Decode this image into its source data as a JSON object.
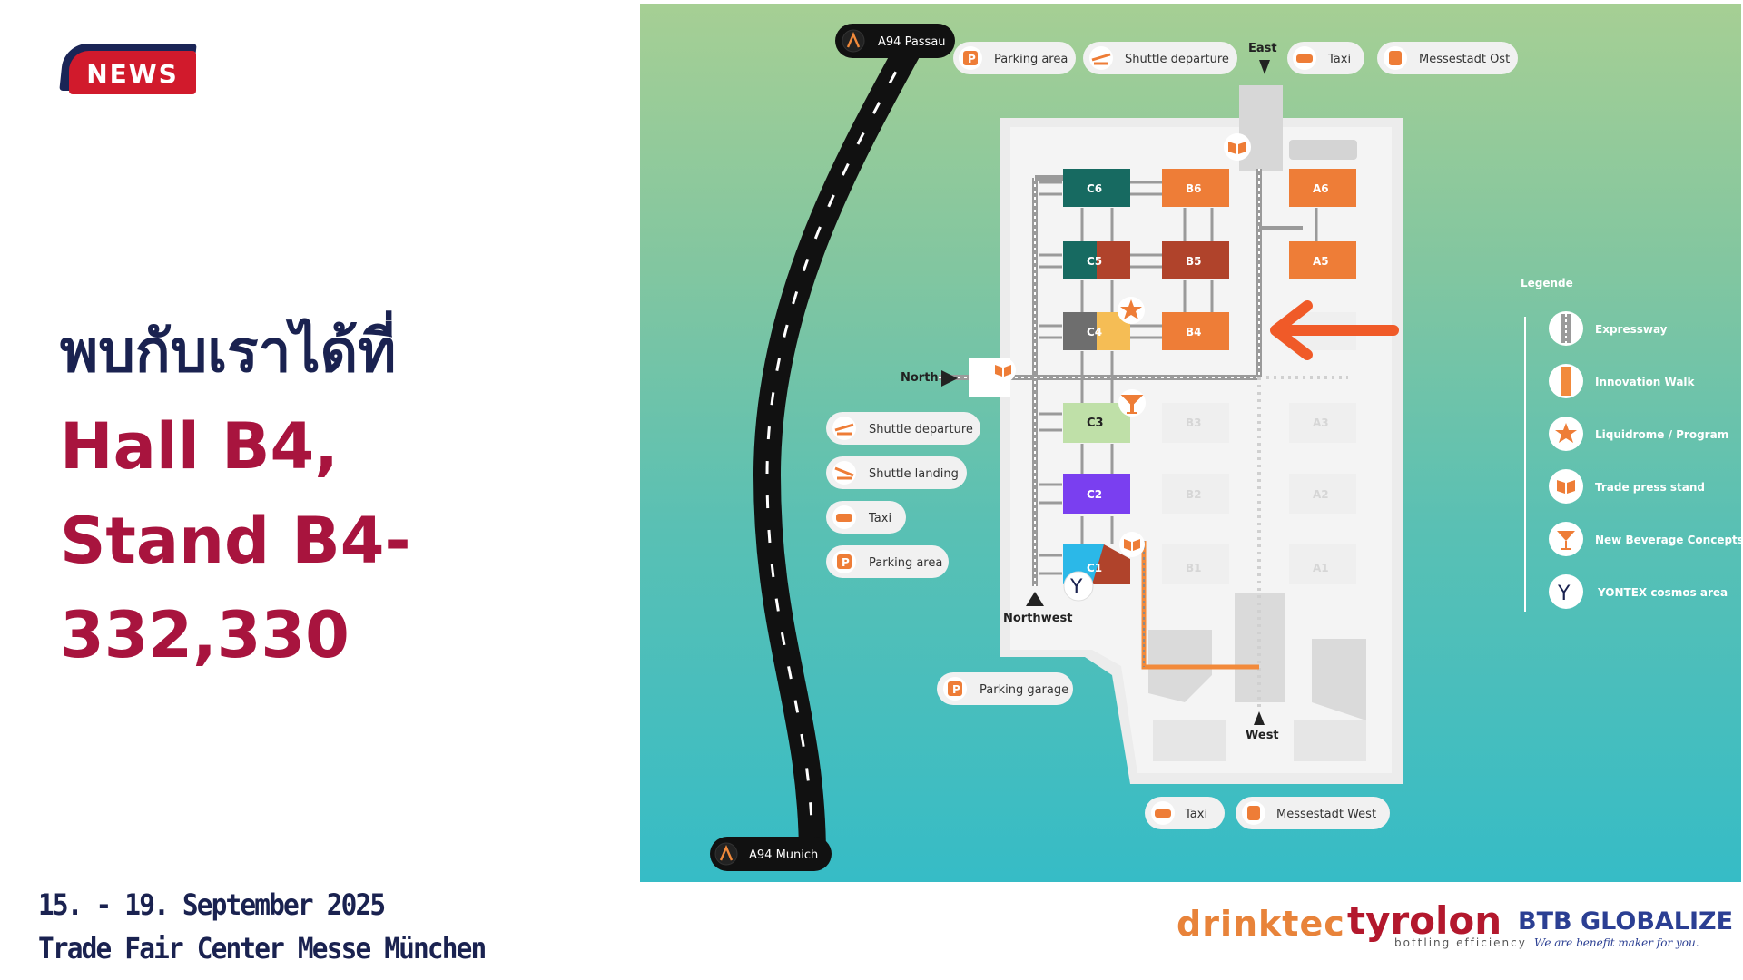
{
  "badge": {
    "label": "NEWS"
  },
  "headline": {
    "thai": "พบกับเราได้ที่",
    "location": "Hall B4, Stand B4-332,330"
  },
  "event": {
    "dates": "15. - 19. September 2025",
    "venue": "Trade Fair Center Messe München"
  },
  "map": {
    "roads": {
      "top": "A94 Passau",
      "bottom": "A94 Munich"
    },
    "top_pills": {
      "parking": "Parking area",
      "shuttle": "Shuttle departure",
      "taxi": "Taxi",
      "station": "Messestadt Ost"
    },
    "entrances": {
      "east": "East",
      "north": "North",
      "northwest": "Northwest",
      "west": "West"
    },
    "left_pills": {
      "shuttle_departure": "Shuttle departure",
      "shuttle_landing": "Shuttle landing",
      "taxi": "Taxi",
      "parking": "Parking area",
      "parking_garage": "Parking garage"
    },
    "bottom_pills": {
      "taxi": "Taxi",
      "station": "Messestadt West"
    },
    "halls": {
      "C6": "C6",
      "C5": "C5",
      "C4": "C4",
      "C3": "C3",
      "C2": "C2",
      "C1": "C1",
      "B6": "B6",
      "B5": "B5",
      "B4": "B4",
      "B3": "B3",
      "B2": "B2",
      "B1": "B1",
      "A6": "A6",
      "A5": "A5",
      "A3": "A3",
      "A2": "A2",
      "A1": "A1"
    },
    "legend": {
      "title": "Legende",
      "items": [
        "Expressway",
        "Innovation Walk",
        "Liquidrome / Program",
        "Trade press stand",
        "New Beverage Concepts",
        "YONTEX cosmos area"
      ],
      "y_symbol": "Y"
    },
    "colors": {
      "highlight_arrow": "#f05a28",
      "hall_orange": "#ee7d37",
      "hall_darkred": "#b0432b",
      "hall_teal": "#176a61",
      "hall_purple": "#7a3ff0",
      "hall_lightgreen": "#bfe0a8"
    }
  },
  "logos": {
    "drinktec": "drinktec",
    "tyrolon": "tyrolon",
    "tyrolon_tagline": "bottling efficiency",
    "btb": "BTB GLOBALIZE",
    "btb_tagline": "We are benefit maker for you."
  }
}
